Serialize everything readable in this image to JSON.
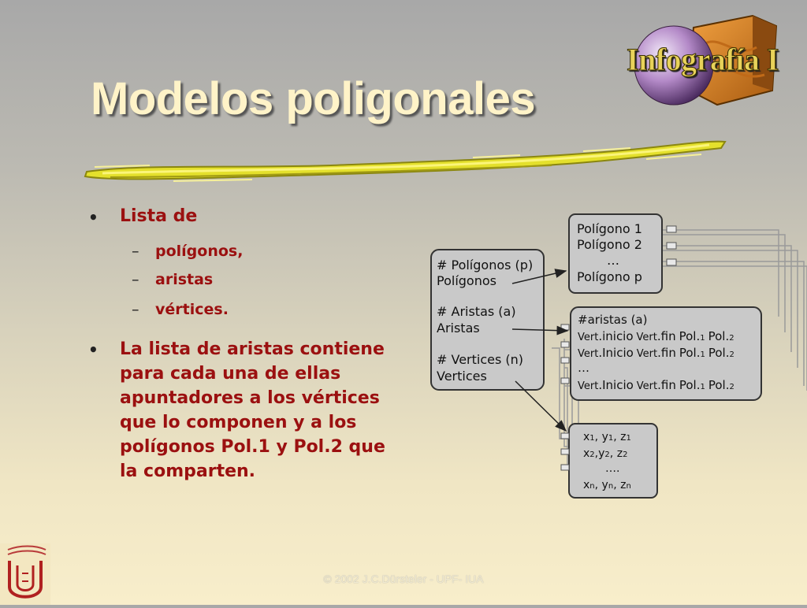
{
  "slide": {
    "title": "Modelos poligonales",
    "logo_text": "Infografía I",
    "footer": "© 2002 J.C.Dürsteler - UPF- IUA"
  },
  "bullets": {
    "first": "Lista de",
    "subitems": [
      "polígonos,",
      "aristas",
      "vértices."
    ],
    "second": "La lista de aristas contiene para cada una de ellas apuntadores a los vértices que lo componen y a los polígonos Pol.1 y Pol.2 que la comparten."
  },
  "diagram": {
    "main_box": [
      "# Polígonos (p)",
      "Polígonos",
      "# Aristas   (a)",
      "Aristas",
      "# Vertices (n)",
      "Vertices"
    ],
    "polygons_box": [
      "Polígono 1",
      "Polígono 2",
      "…",
      "Polígono p"
    ],
    "edges_box": {
      "header": "#aristas (a)",
      "rows": [
        {
          "v1": "Vert",
          "f1": ".inicio",
          "v2": "Vert",
          "f2": ".fin",
          "p1": "Pol.",
          "s1": "1",
          "p2": "Pol.",
          "s2": "2"
        },
        {
          "v1": "Vert",
          "f1": ".Inicio",
          "v2": "Vert",
          "f2": ".fin",
          "p1": "Pol.",
          "s1": "1",
          "p2": "Pol.",
          "s2": "2"
        },
        {
          "ellipsis": "…"
        },
        {
          "v1": "Vert",
          "f1": ".Inicio",
          "v2": "Vert",
          "f2": ".fin",
          "p1": "Pol.",
          "s1": "1",
          "p2": "Pol.",
          "s2": "2"
        }
      ]
    },
    "vertices_box": {
      "rows": [
        {
          "a": "x",
          "as": "1",
          "b": "y",
          "bs": "1",
          "c": "z",
          "cs": "1"
        },
        {
          "a": "x",
          "as": "2",
          "b": "y",
          "bs": "2",
          "c": "z",
          "cs": "2"
        },
        {
          "ellipsis": "…."
        },
        {
          "a": "x",
          "as": "n",
          "b": "y",
          "bs": "n",
          "c": "z",
          "cs": "n"
        }
      ]
    },
    "colors": {
      "box_fill": "#c9c9c9",
      "box_stroke": "#333333",
      "connector": "#9a9a9a"
    }
  },
  "colors": {
    "bullet_text": "#9b1010",
    "title": "#fff3c8",
    "brush": "#e0dc2a"
  }
}
